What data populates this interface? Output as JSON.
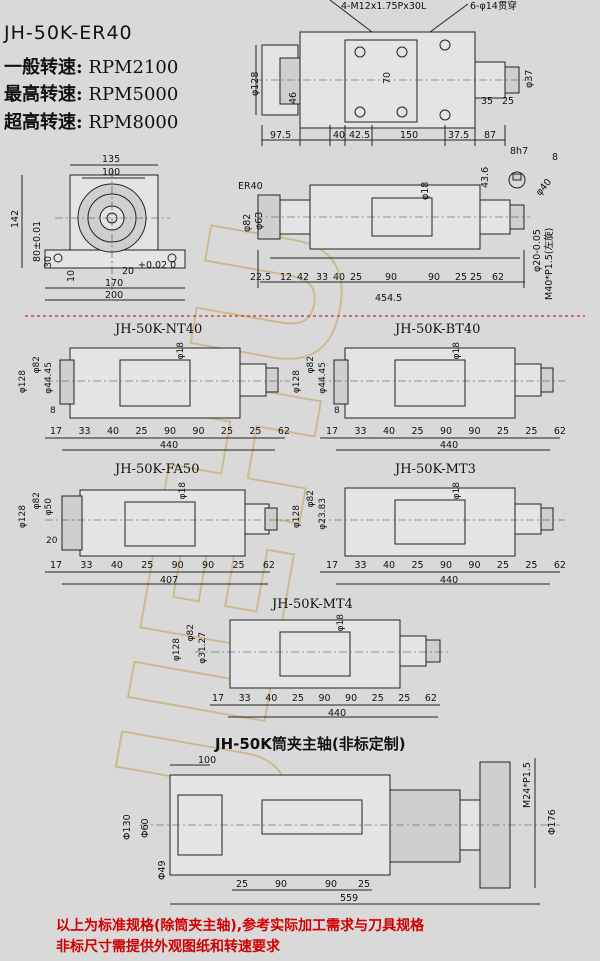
{
  "header": {
    "model": "JH-50K-ER40",
    "speeds": [
      {
        "label": "一般转速:",
        "value": "RPM2100"
      },
      {
        "label": "最高转速:",
        "value": "RPM5000"
      },
      {
        "label": "超高转速:",
        "value": "RPM8000"
      }
    ]
  },
  "top_view": {
    "callouts": [
      "4-M12x1.75Px30L",
      "6-φ14贯穿"
    ],
    "dims": [
      "φ128",
      "46",
      "70",
      "φ37",
      "35",
      "25",
      "97.5",
      "40",
      "42.5",
      "150",
      "37.5",
      "87"
    ]
  },
  "end_view": {
    "dims": [
      "135",
      "100",
      "142",
      "80±0.01",
      "30",
      "10",
      "20",
      "170",
      "200"
    ],
    "tol": "+0.02 0"
  },
  "side_view": {
    "dims": [
      "ER40",
      "φ82",
      "φ63",
      "φ18",
      "22.5",
      "12",
      "42",
      "33",
      "40",
      "25",
      "90",
      "90",
      "25",
      "25",
      "62",
      "454.5"
    ],
    "vertical": [
      "φ20-0.05",
      "M40*P1.5(左旋)"
    ],
    "keyway": [
      "8h7",
      "43.6",
      "8",
      "φ40"
    ]
  },
  "variants": [
    {
      "title": "JH-50K-NT40",
      "dims": [
        "φ128",
        "φ82",
        "φ44.45",
        "φ18",
        "8",
        "17",
        "33",
        "40",
        "25",
        "90",
        "90",
        "25",
        "25",
        "62",
        "440"
      ]
    },
    {
      "title": "JH-50K-BT40",
      "dims": [
        "φ128",
        "φ82",
        "φ44.45",
        "φ18",
        "8",
        "17",
        "33",
        "40",
        "25",
        "90",
        "90",
        "25",
        "25",
        "62",
        "440"
      ]
    },
    {
      "title": "JH-50K-FA50",
      "dims": [
        "φ128",
        "φ82",
        "φ50",
        "φ18",
        "20",
        "17",
        "33",
        "40",
        "25",
        "90",
        "90",
        "25",
        "62",
        "407"
      ]
    },
    {
      "title": "JH-50K-MT3",
      "dims": [
        "φ128",
        "φ82",
        "φ23.83",
        "φ18",
        "17",
        "33",
        "40",
        "25",
        "90",
        "90",
        "25",
        "25",
        "62",
        "440"
      ]
    },
    {
      "title": "JH-50K-MT4",
      "dims": [
        "φ128",
        "φ82",
        "φ31.27",
        "φ18",
        "17",
        "33",
        "40",
        "25",
        "90",
        "90",
        "25",
        "25",
        "62",
        "440"
      ]
    }
  ],
  "collet_spindle": {
    "title": "JH-50K筒夹主轴(非标定制)",
    "dims": [
      "100",
      "Φ130",
      "Φ60",
      "Φ49",
      "25",
      "90",
      "90",
      "25",
      "559",
      "M24*P1.5",
      "Φ176"
    ]
  },
  "watermark": "JIEHU",
  "footer": {
    "line1": "以上为标准规格(除筒夹主轴),参考实际加工需求与刀具规格",
    "line2": "非标尺寸需提供外观图纸和转速要求"
  },
  "colors": {
    "background": "#d9d9d9",
    "line": "#222222",
    "note": "#d00000"
  }
}
